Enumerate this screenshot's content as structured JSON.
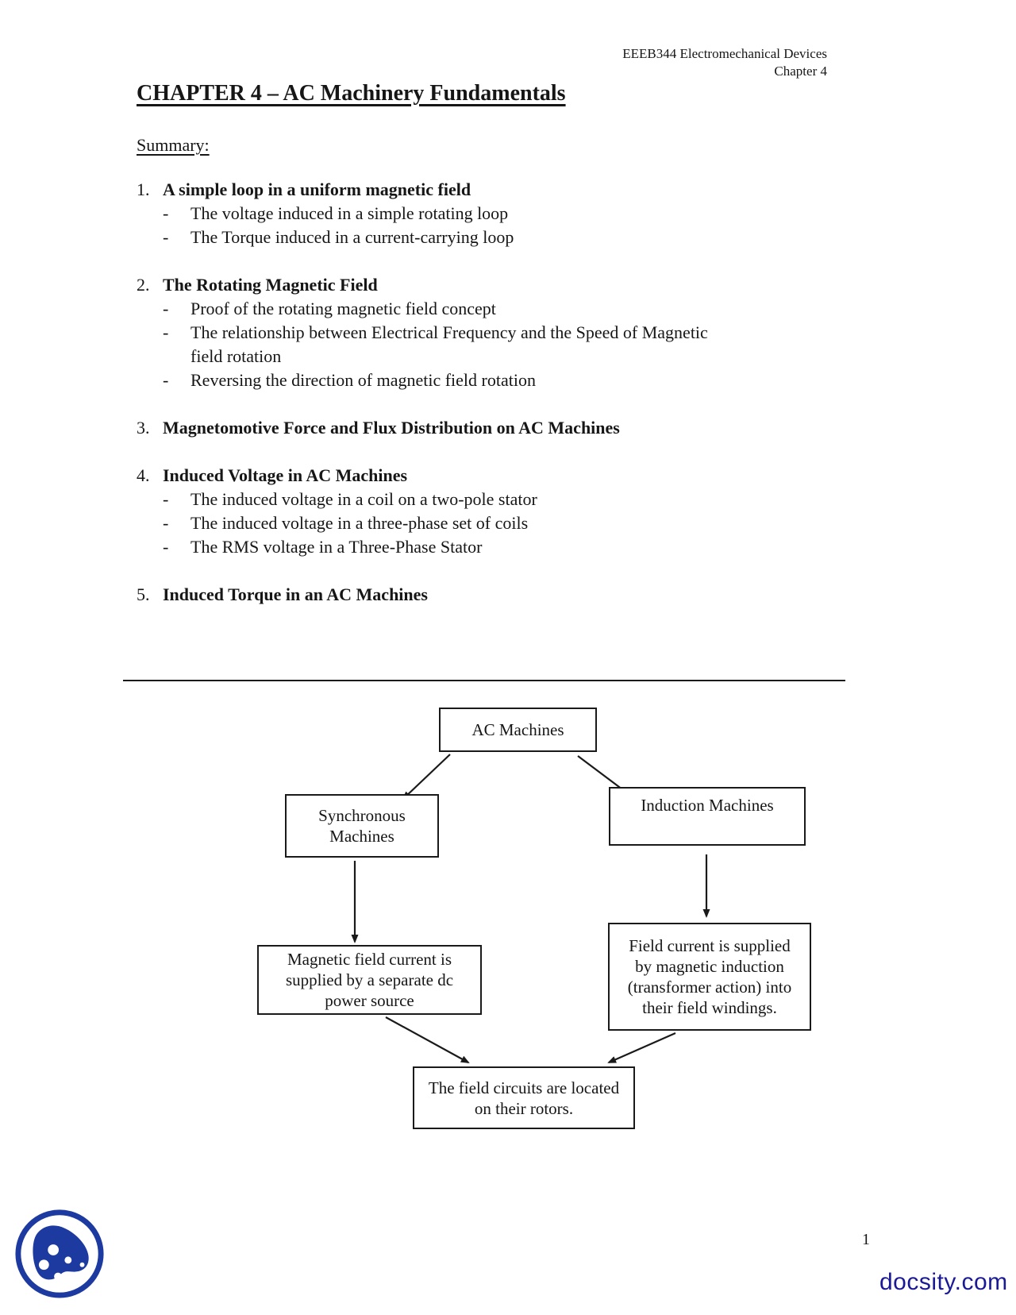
{
  "page": {
    "background": "#ffffff",
    "text_color": "#161616"
  },
  "header": {
    "course": "EEEB344 Electromechanical Devices",
    "chapter": "Chapter 4"
  },
  "title": "CHAPTER 4 – AC Machinery Fundamentals",
  "summary_label": "Summary:",
  "dash": "-",
  "summary": [
    {
      "num": "1.",
      "heading": "A simple loop in a uniform magnetic field",
      "items": [
        "The voltage induced in a simple rotating loop",
        "The Torque induced in a current-carrying loop"
      ]
    },
    {
      "num": "2.",
      "heading": "The Rotating Magnetic Field",
      "items": [
        "Proof of the rotating magnetic field concept",
        "The relationship between Electrical Frequency and the Speed of Magnetic\nfield rotation",
        "Reversing the direction of magnetic field rotation"
      ]
    },
    {
      "num": "3.",
      "heading": "Magnetomotive Force and Flux Distribution on AC Machines",
      "items": []
    },
    {
      "num": "4.",
      "heading": "Induced Voltage in AC Machines",
      "items": [
        "The induced voltage in a coil on a two-pole stator",
        "The induced voltage in a three-phase set of coils",
        "The RMS voltage in a Three-Phase Stator"
      ]
    },
    {
      "num": "5.",
      "heading": "Induced Torque in an AC Machines",
      "items": []
    }
  ],
  "diagram": {
    "root": "AC Machines",
    "synchronous": "Synchronous\nMachines",
    "induction": "Induction Machines",
    "synchronous_detail": "Magnetic field current is\nsupplied by a separate dc\npower source",
    "induction_detail": "Field current is supplied\nby magnetic induction\n(transformer action) into\ntheir field windings.",
    "shared": "The field circuits are located\non their rotors.",
    "edges": [
      {
        "from": "AC Machines",
        "to": "Synchronous Machines"
      },
      {
        "from": "AC Machines",
        "to": "Induction Machines"
      },
      {
        "from": "Synchronous Machines",
        "to": "Magnetic field current is supplied by a separate dc power source"
      },
      {
        "from": "Induction Machines",
        "to": "Field current is supplied by magnetic induction (transformer action) into their field windings."
      },
      {
        "from": "Magnetic field current is supplied by a separate dc power source",
        "to": "The field circuits are located on their rotors."
      },
      {
        "from": "Field current is supplied by magnetic induction (transformer action) into their field windings.",
        "to": "The field circuits are located on their rotors."
      }
    ]
  },
  "footer": {
    "page_number": "1",
    "brand": "docsity.com",
    "brand_color": "#1a1a96",
    "logo_color": "#1c3aa0"
  }
}
